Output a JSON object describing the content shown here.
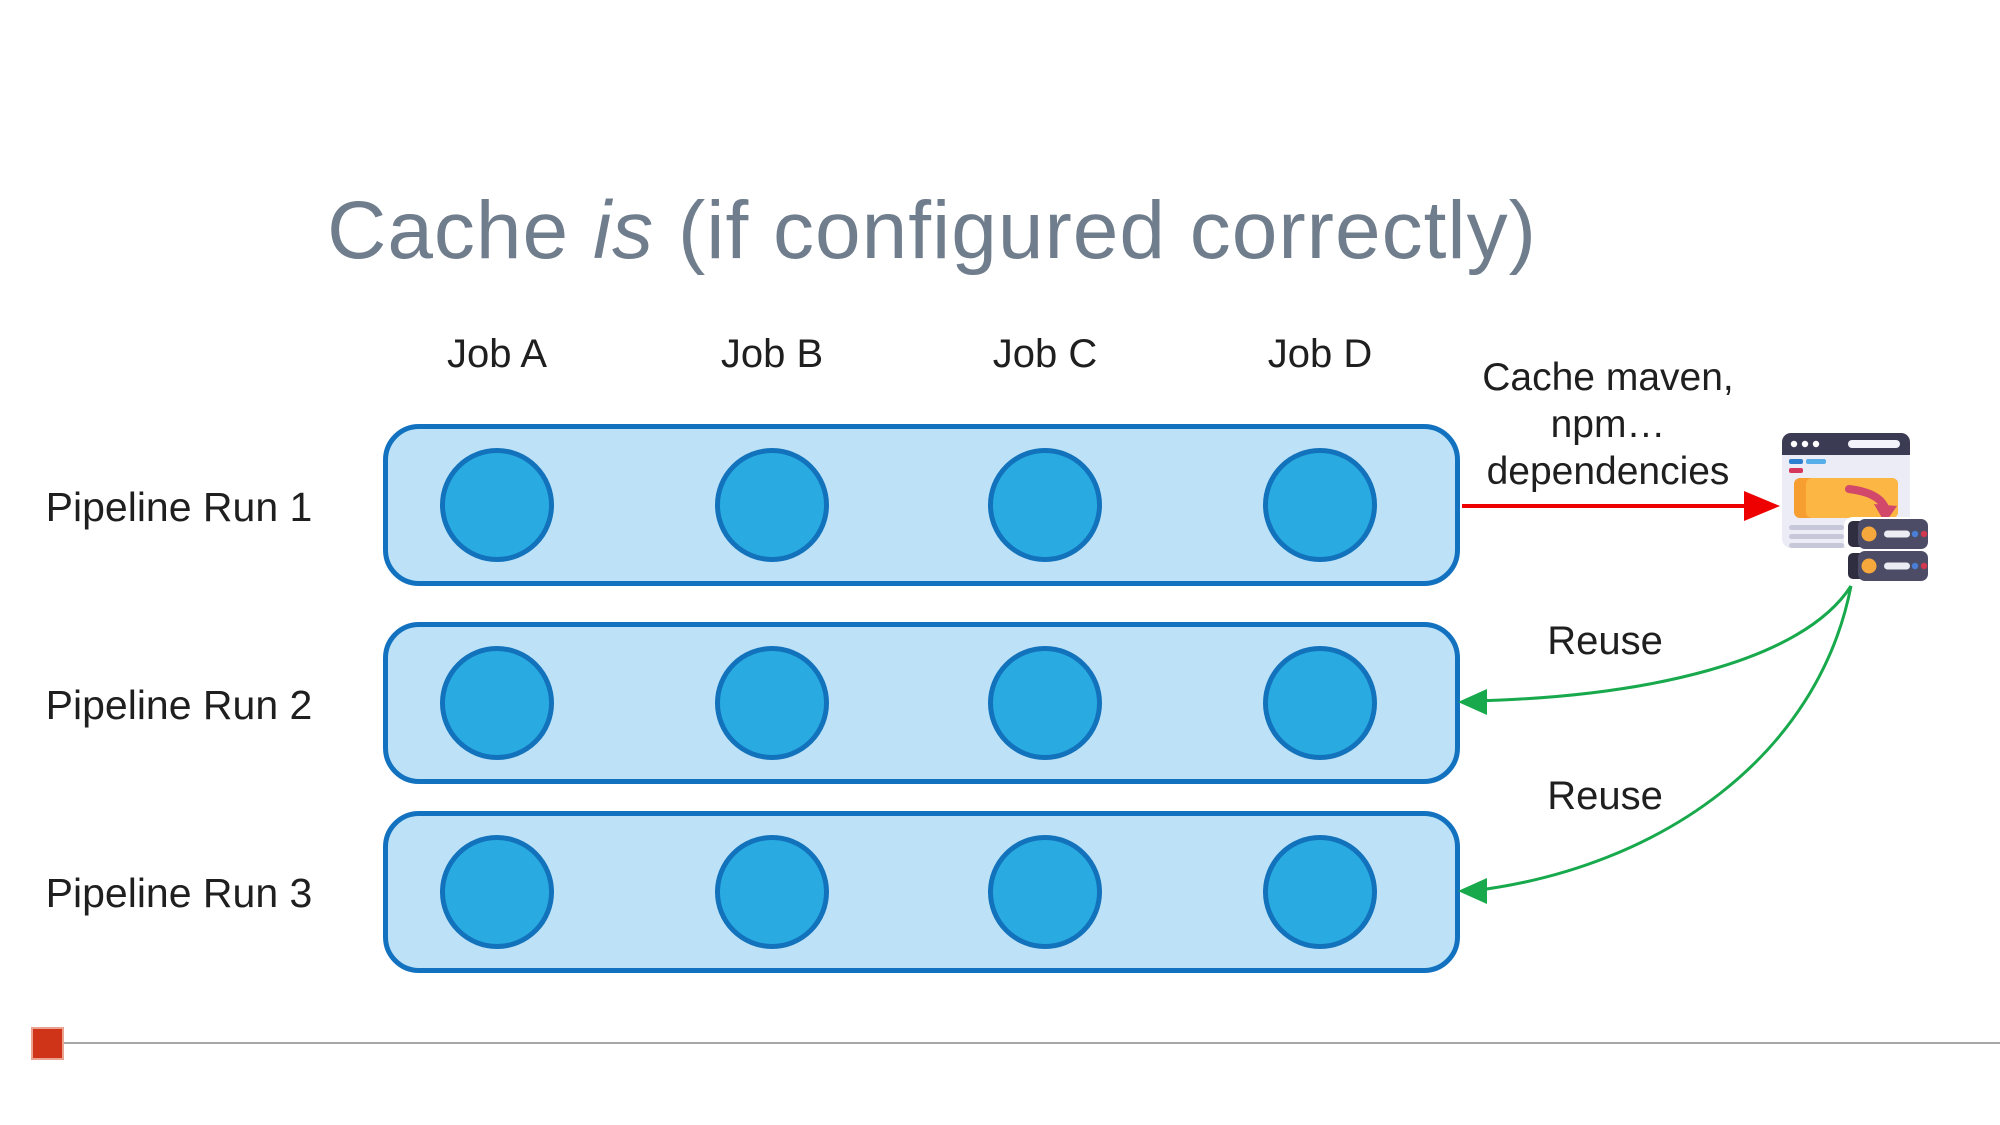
{
  "title": {
    "prefix": "Cache ",
    "emphasis": "is",
    "suffix": " (if configured correctly)"
  },
  "columns": {
    "jobs": [
      "Job A",
      "Job B",
      "Job C",
      "Job D"
    ]
  },
  "pipeline": {
    "runs": [
      "Pipeline Run 1",
      "Pipeline Run 2",
      "Pipeline Run 3"
    ]
  },
  "annotations": {
    "cache_lines": [
      "Cache maven,",
      "npm…",
      "dependencies"
    ],
    "reuse_labels": [
      "Reuse",
      "Reuse"
    ]
  },
  "icons": {
    "cache_storage": "browser-window-with-server-stack",
    "cache_arrow": "red-right-arrow",
    "reuse_arrows": "green-curved-left-arrows"
  },
  "colors": {
    "title": "#6f7d8c",
    "row_fill": "#bde2f7",
    "row_stroke": "#1372c0",
    "circle_fill": "#29abe2",
    "circle_stroke": "#1272bc",
    "cache_arrow": "#ee0000",
    "reuse_arrow": "#17a94c",
    "footer_square": "#d03418",
    "footer_line": "#a6a6a6"
  }
}
